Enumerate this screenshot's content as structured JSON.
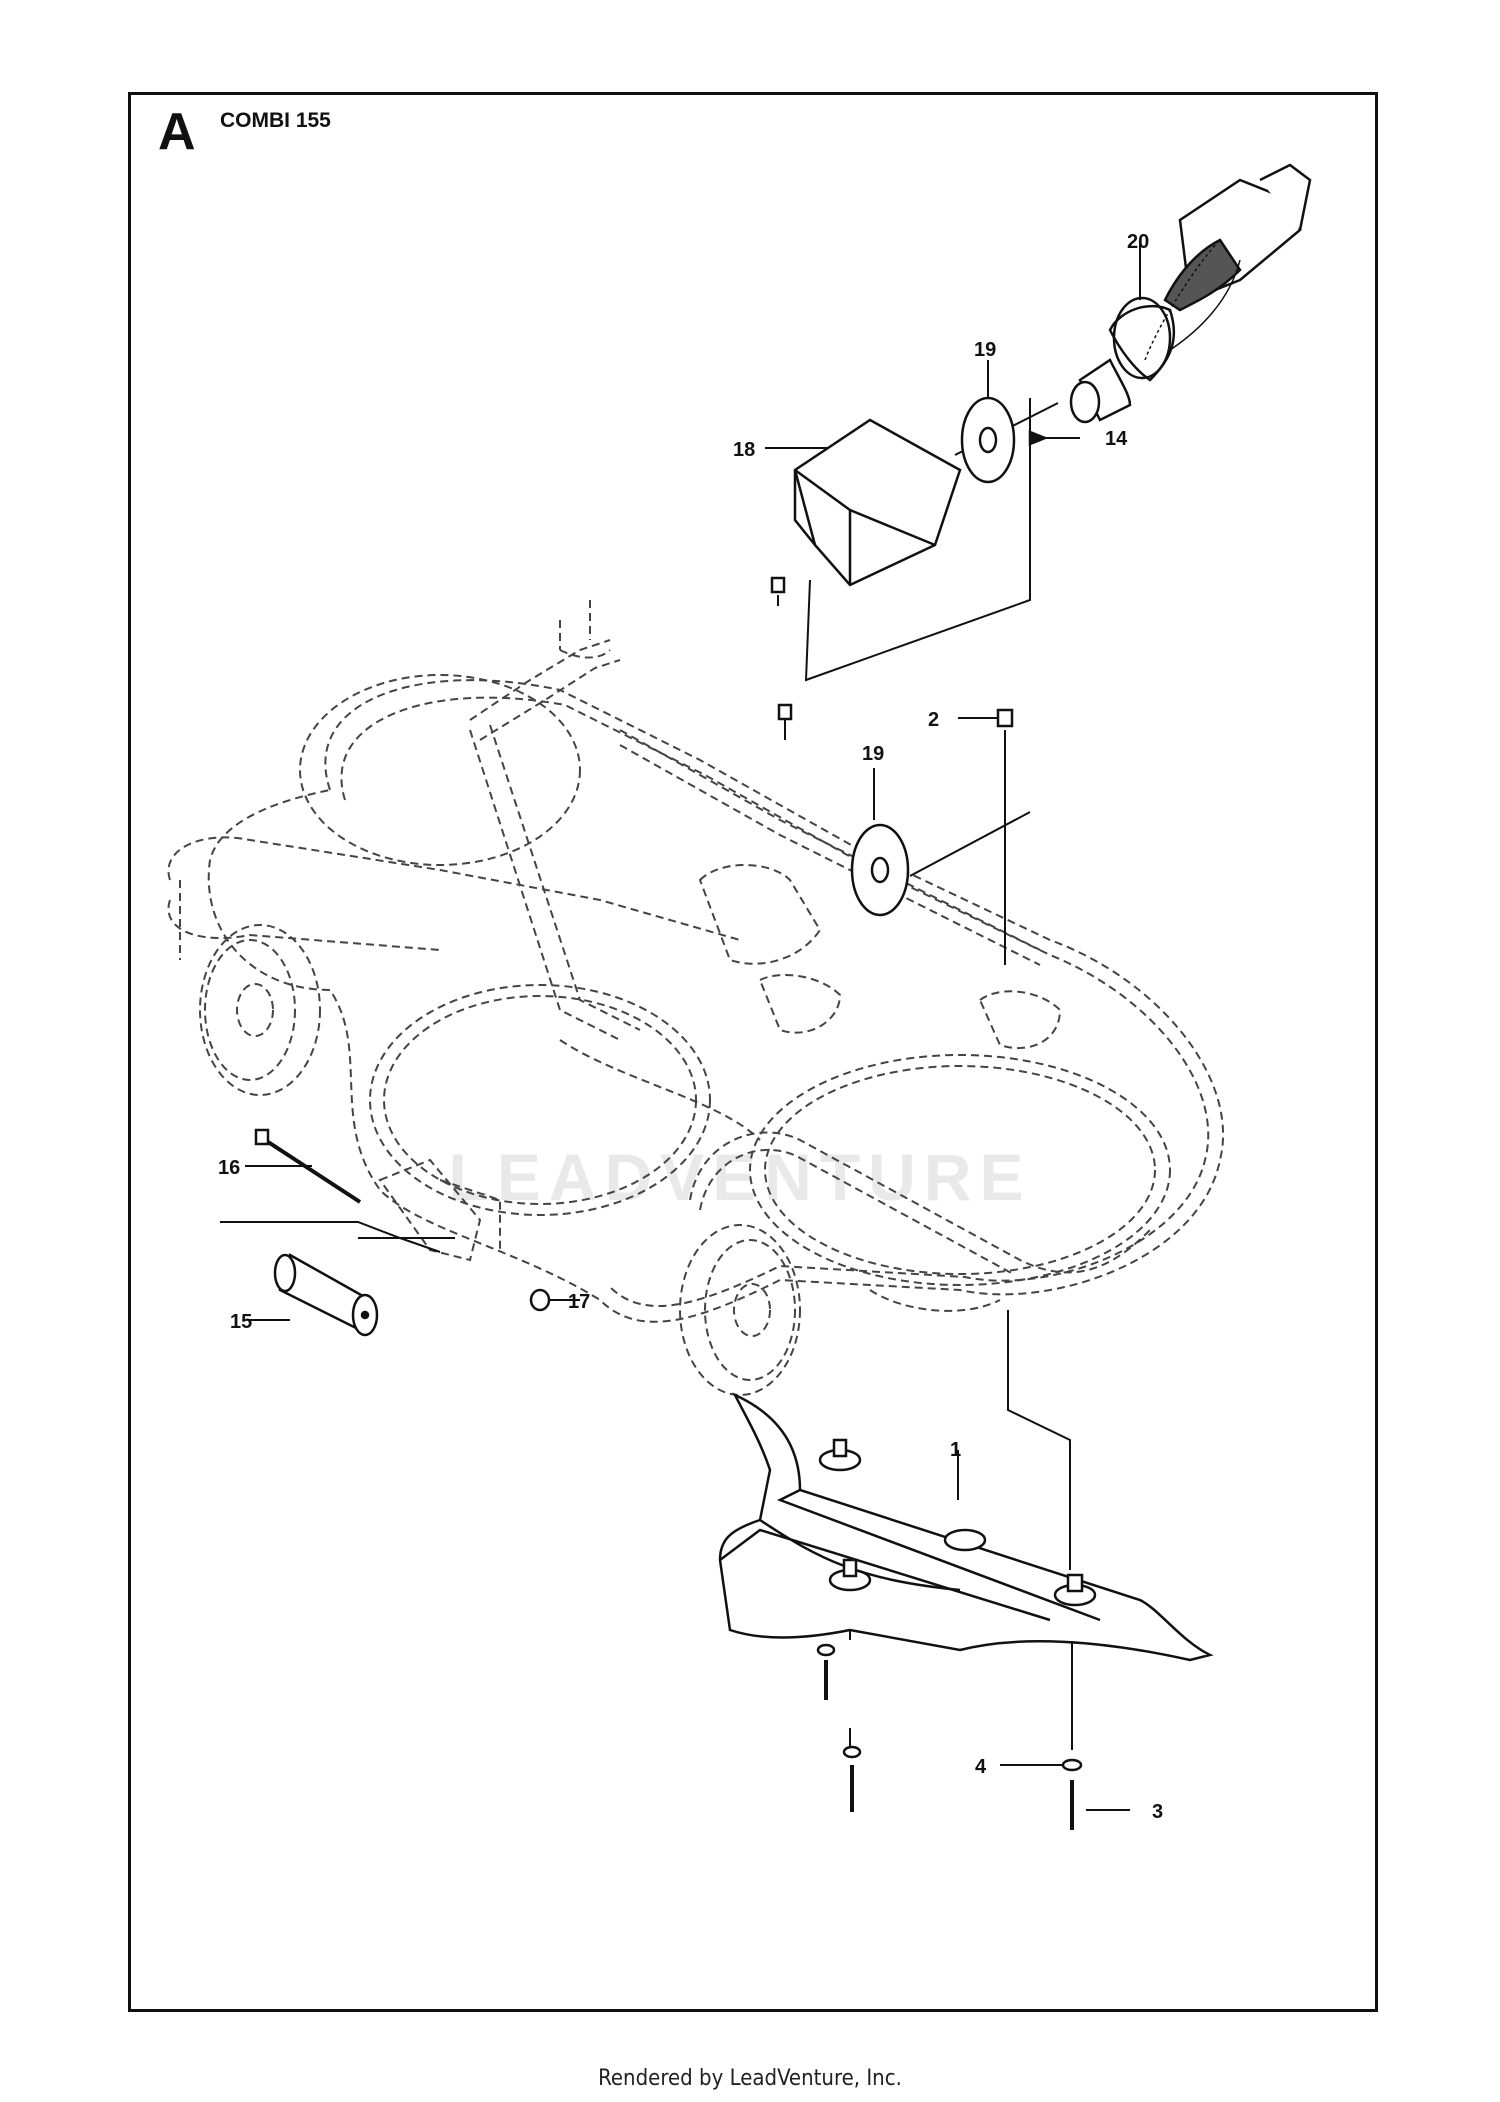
{
  "section_letter": "A",
  "model_title": "COMBI 155",
  "watermark": "LEADVENTURE",
  "callouts": [
    "20",
    "19",
    "14",
    "18",
    "2",
    "19",
    "16",
    "15",
    "17",
    "1",
    "4",
    "3"
  ],
  "footer": "Rendered by LeadVenture, Inc."
}
